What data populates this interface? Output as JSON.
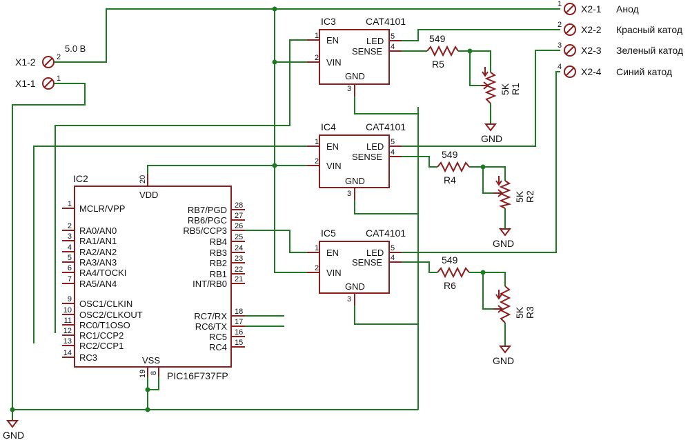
{
  "connector_x1": {
    "pins": [
      {
        "ref": "X1-2",
        "num": "2",
        "net_label": "5.0 B"
      },
      {
        "ref": "X1-1",
        "num": "1",
        "net_label": ""
      }
    ]
  },
  "connector_x2": {
    "pins": [
      {
        "ref": "X2-1",
        "num": "1",
        "desc": "Анод"
      },
      {
        "ref": "X2-2",
        "num": "2",
        "desc": "Красный катод"
      },
      {
        "ref": "X2-3",
        "num": "3",
        "desc": "Зеленый катод"
      },
      {
        "ref": "X2-4",
        "num": "4",
        "desc": "Синий катод"
      }
    ]
  },
  "drivers": [
    {
      "ref": "IC3",
      "value": "CAT4101",
      "pins": {
        "en": "EN",
        "vin": "VIN",
        "gnd": "GND",
        "led": "LED",
        "sense": "SENSE"
      },
      "nums": {
        "en": "1",
        "vin": "2",
        "gnd": "3",
        "sense": "4",
        "led": "5"
      }
    },
    {
      "ref": "IC4",
      "value": "CAT4101",
      "pins": {
        "en": "EN",
        "vin": "VIN",
        "gnd": "GND",
        "led": "LED",
        "sense": "SENSE"
      },
      "nums": {
        "en": "1",
        "vin": "2",
        "gnd": "3",
        "sense": "4",
        "led": "5"
      }
    },
    {
      "ref": "IC5",
      "value": "CAT4101",
      "pins": {
        "en": "EN",
        "vin": "VIN",
        "gnd": "GND",
        "led": "LED",
        "sense": "SENSE"
      },
      "nums": {
        "en": "1",
        "vin": "2",
        "gnd": "3",
        "sense": "4",
        "led": "5"
      }
    }
  ],
  "resistors": [
    {
      "ref": "R5",
      "value": "549"
    },
    {
      "ref": "R4",
      "value": "549"
    },
    {
      "ref": "R6",
      "value": "549"
    }
  ],
  "pots": [
    {
      "ref": "R1",
      "value": "5K"
    },
    {
      "ref": "R2",
      "value": "5K"
    },
    {
      "ref": "R3",
      "value": "5K"
    }
  ],
  "mcu": {
    "ref": "IC2",
    "value": "PIC16F737FP",
    "vdd": {
      "name": "VDD",
      "num": "20"
    },
    "vss": {
      "name": "VSS",
      "nums": [
        "19",
        "8"
      ]
    },
    "left_pins": [
      {
        "num": "1",
        "name": "MCLR/VPP"
      },
      {
        "num": "2",
        "name": "RA0/AN0"
      },
      {
        "num": "3",
        "name": "RA1/AN1"
      },
      {
        "num": "4",
        "name": "RA2/AN2"
      },
      {
        "num": "5",
        "name": "RA3/AN3"
      },
      {
        "num": "6",
        "name": "RA4/TOCKI"
      },
      {
        "num": "7",
        "name": "RA5/AN4"
      },
      {
        "num": "9",
        "name": "OSC1/CLKIN"
      },
      {
        "num": "10",
        "name": "OSC2/CLKOUT"
      },
      {
        "num": "11",
        "name": "RC0/T1OSO"
      },
      {
        "num": "12",
        "name": "RC1/CCP2"
      },
      {
        "num": "13",
        "name": "RC2/CCP1"
      },
      {
        "num": "14",
        "name": "RC3"
      }
    ],
    "right_pins": [
      {
        "num": "28",
        "name": "RB7/PGD"
      },
      {
        "num": "27",
        "name": "RB6/PGC"
      },
      {
        "num": "26",
        "name": "RB5/CCP3"
      },
      {
        "num": "25",
        "name": "RB4"
      },
      {
        "num": "24",
        "name": "RB3"
      },
      {
        "num": "23",
        "name": "RB2"
      },
      {
        "num": "22",
        "name": "RB1"
      },
      {
        "num": "21",
        "name": "INT/RB0"
      },
      {
        "num": "18",
        "name": "RC7/RX"
      },
      {
        "num": "17",
        "name": "RC6/TX"
      },
      {
        "num": "16",
        "name": "RC5"
      },
      {
        "num": "15",
        "name": "RC4"
      }
    ]
  },
  "gnd_label": "GND"
}
